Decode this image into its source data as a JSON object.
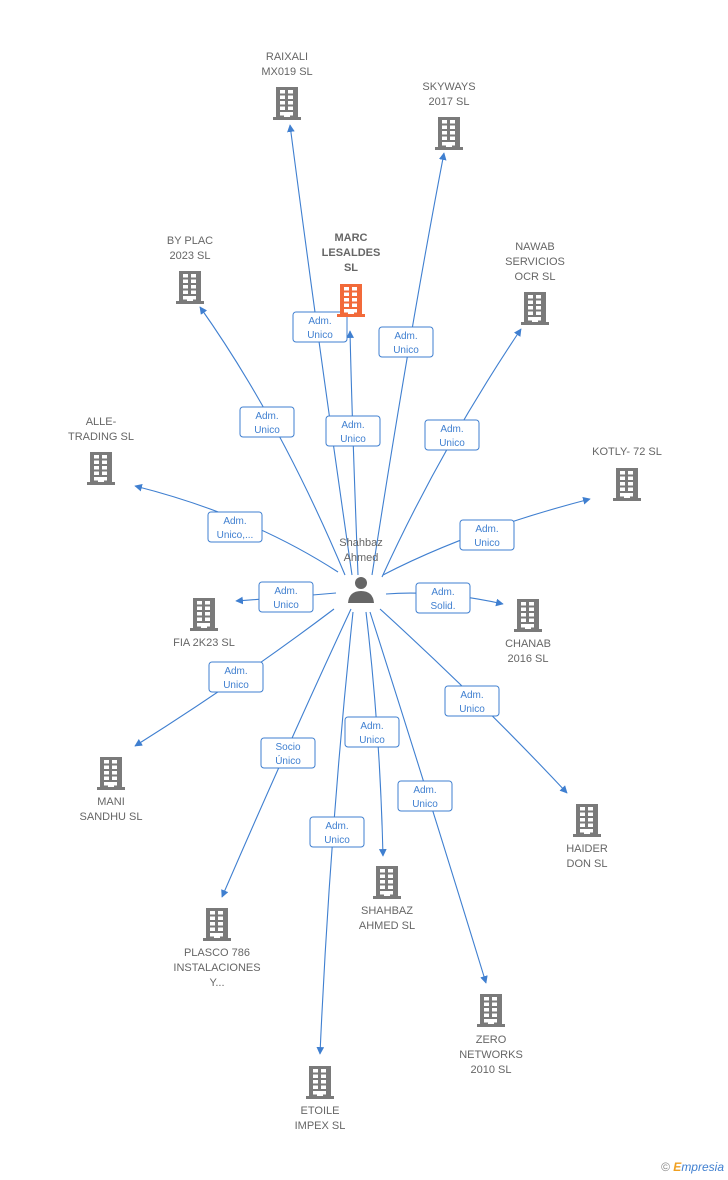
{
  "colors": {
    "edge": "#3f7fd0",
    "building": "#7a7a7a",
    "highlight": "#f26a3a",
    "person": "#666666",
    "label": "#666666"
  },
  "center": {
    "name": [
      "Shahbaz",
      "Ahmed"
    ],
    "icon": "person-icon"
  },
  "nodes": [
    {
      "id": "raixali",
      "label": [
        "RAIXALI",
        "MX019 SL"
      ],
      "icon": "building-icon",
      "edge": [
        "Adm.",
        "Unico"
      ]
    },
    {
      "id": "skyways",
      "label": [
        "SKYWAYS",
        "2017  SL"
      ],
      "icon": "building-icon",
      "edge": [
        "Adm.",
        "Unico"
      ]
    },
    {
      "id": "marc",
      "label": [
        "MARC",
        "LESALDES",
        "SL"
      ],
      "icon": "building-icon",
      "highlight": true,
      "edge": [
        "Adm.",
        "Unico"
      ]
    },
    {
      "id": "byplac",
      "label": [
        "BY PLAC",
        "2023  SL"
      ],
      "icon": "building-icon",
      "edge": [
        "Adm.",
        "Unico"
      ]
    },
    {
      "id": "nawab",
      "label": [
        "NAWAB",
        "SERVICIOS",
        "OCR  SL"
      ],
      "icon": "building-icon",
      "edge": [
        "Adm.",
        "Unico"
      ]
    },
    {
      "id": "alle",
      "label": [
        "ALLE-",
        "TRADING  SL"
      ],
      "icon": "building-icon",
      "edge": [
        "Adm.",
        "Unico,..."
      ]
    },
    {
      "id": "kotly",
      "label": [
        "KOTLY- 72  SL"
      ],
      "icon": "building-icon",
      "edge": [
        "Adm.",
        "Unico"
      ]
    },
    {
      "id": "fia",
      "label": [
        "FIA 2K23  SL"
      ],
      "icon": "building-icon",
      "edge": [
        "Adm.",
        "Unico"
      ]
    },
    {
      "id": "chanab",
      "label": [
        "CHANAB",
        "2016  SL"
      ],
      "icon": "building-icon",
      "edge": [
        "Adm.",
        "Solid."
      ]
    },
    {
      "id": "mani",
      "label": [
        "MANI",
        "SANDHU  SL"
      ],
      "icon": "building-icon",
      "edge": [
        "Adm.",
        "Unico"
      ]
    },
    {
      "id": "haider",
      "label": [
        "HAIDER",
        "DON  SL"
      ],
      "icon": "building-icon",
      "edge": [
        "Adm.",
        "Unico"
      ]
    },
    {
      "id": "plasco",
      "label": [
        "PLASCO 786",
        "INSTALACIONES",
        "Y..."
      ],
      "icon": "building-icon",
      "edge": [
        "Socio",
        "Único"
      ]
    },
    {
      "id": "shahbazsl",
      "label": [
        "SHAHBAZ",
        "AHMED  SL"
      ],
      "icon": "building-icon",
      "edge": [
        "Adm.",
        "Unico"
      ]
    },
    {
      "id": "etoile",
      "label": [
        "ETOILE",
        "IMPEX SL"
      ],
      "icon": "building-icon",
      "edge": [
        "Adm.",
        "Unico"
      ]
    },
    {
      "id": "zero",
      "label": [
        "ZERO",
        "NETWORKS",
        "2010 SL"
      ],
      "icon": "building-icon",
      "edge": [
        "Adm.",
        "Unico"
      ]
    }
  ],
  "footer": {
    "copyright": "©",
    "brand_initial": "E",
    "brand_rest": "mpresia"
  }
}
